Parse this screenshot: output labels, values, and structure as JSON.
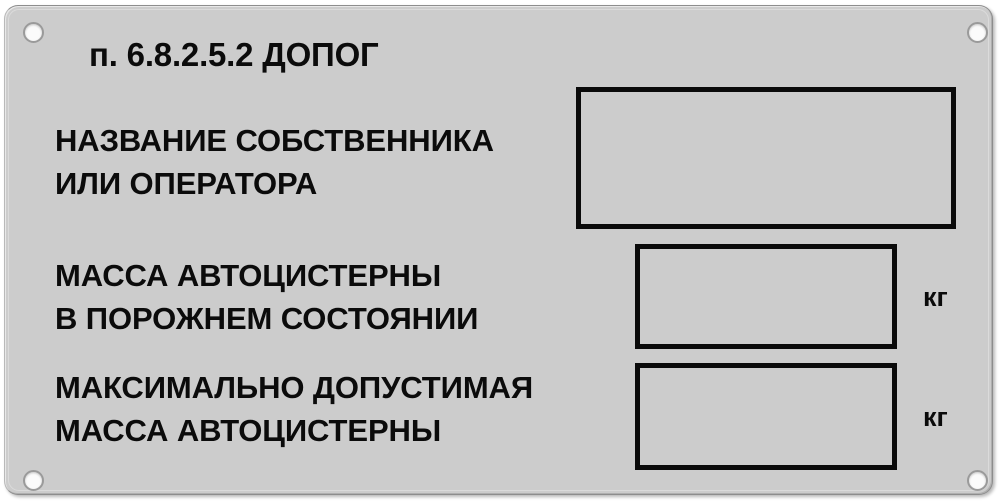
{
  "plate": {
    "title": "п. 6.8.2.5.2 ДОПОГ",
    "background_color": "#cccccc",
    "border_color": "#8d8d8d",
    "text_color": "#0b0b0b",
    "box_border_color": "#0a0a0a",
    "holes": [
      {
        "name": "top-left"
      },
      {
        "name": "top-right"
      },
      {
        "name": "bottom-left"
      },
      {
        "name": "bottom-right"
      }
    ],
    "rows": [
      {
        "id": "owner",
        "label_lines": [
          "НАЗВАНИЕ СОБСТВЕННИКА",
          "ИЛИ ОПЕРАТОРА"
        ],
        "value": "",
        "unit": ""
      },
      {
        "id": "empty-mass",
        "label_lines": [
          "МАССА АВТОЦИСТЕРНЫ",
          "В ПОРОЖНЕМ СОСТОЯНИИ"
        ],
        "value": "",
        "unit": "кг"
      },
      {
        "id": "max-mass",
        "label_lines": [
          "МАКСИМАЛЬНО ДОПУСТИМАЯ",
          "МАССА АВТОЦИСТЕРНЫ"
        ],
        "value": "",
        "unit": "кг"
      }
    ]
  }
}
